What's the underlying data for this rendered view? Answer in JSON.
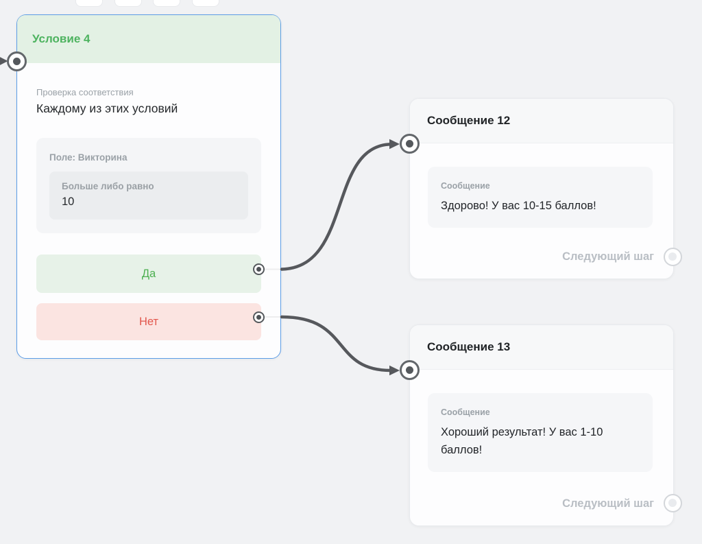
{
  "colors": {
    "canvas_bg": "#f1f2f4",
    "condition_border": "#5b9ce6",
    "condition_header_bg": "#e3f1e4",
    "green": "#4caf50",
    "green_branch_bg": "#e7f2e8",
    "red": "#e2574d",
    "red_branch_bg": "#fbe4e1",
    "edge": "#56585c",
    "inactive_port": "#d3d6da"
  },
  "toolbar": {
    "visible_button_count": 4
  },
  "condition_node": {
    "title": "Условие 4",
    "criteria_label": "Проверка соответствия",
    "criteria_value": "Каждому из этих условий",
    "field_label": "Поле: Викторина",
    "operator": "Больше либо равно",
    "value": "10",
    "yes_label": "Да",
    "no_label": "Нет"
  },
  "message_12": {
    "title": "Сообщение 12",
    "body_label": "Сообщение",
    "body_text": "Здорово! У вас 10-15 баллов!",
    "next_step_label": "Следующий шаг"
  },
  "message_13": {
    "title": "Сообщение 13",
    "body_label": "Сообщение",
    "body_text": "Хороший результат! У вас 1-10 баллов!",
    "next_step_label": "Следующий шаг"
  },
  "edges": [
    {
      "from": "offscreen-left",
      "to": "condition-4-input"
    },
    {
      "from": "condition-4-yes",
      "to": "message-12-input"
    },
    {
      "from": "condition-4-no",
      "to": "message-13-input"
    }
  ]
}
